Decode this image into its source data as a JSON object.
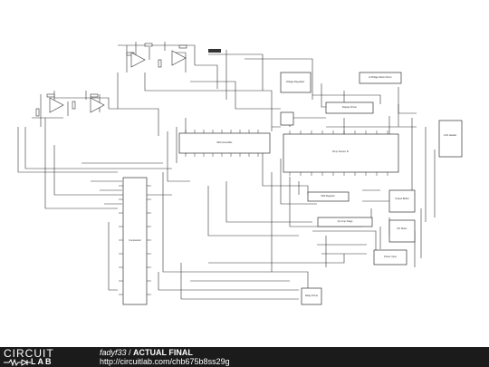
{
  "schematic": {
    "blocks": [
      {
        "id": "b1",
        "label": "Microcontroller"
      },
      {
        "id": "b2",
        "label": "Temp Sensor IC"
      },
      {
        "id": "b3",
        "label": "Comparator"
      },
      {
        "id": "b4",
        "label": "Voltage Regulator"
      },
      {
        "id": "b5",
        "label": "H-Bridge Motor Driver"
      },
      {
        "id": "b6",
        "label": "Display Driver"
      },
      {
        "id": "b7",
        "label": "LCD Header"
      },
      {
        "id": "b8",
        "label": "Shift Register"
      },
      {
        "id": "b9",
        "label": "Op Amp Stage"
      },
      {
        "id": "b10",
        "label": "Output Buffer"
      },
      {
        "id": "b11",
        "label": "DC Motor"
      },
      {
        "id": "b12",
        "label": "Power Input"
      },
      {
        "id": "b13",
        "label": "Relay Driver"
      }
    ]
  },
  "footer": {
    "logo_top": "CIRCUIT",
    "logo_bottom": "LAB",
    "author": "fadyf33",
    "separator": " / ",
    "project": "ACTUAL FINAL",
    "url": "http://circuitlab.com/chb675b8ss29g"
  }
}
